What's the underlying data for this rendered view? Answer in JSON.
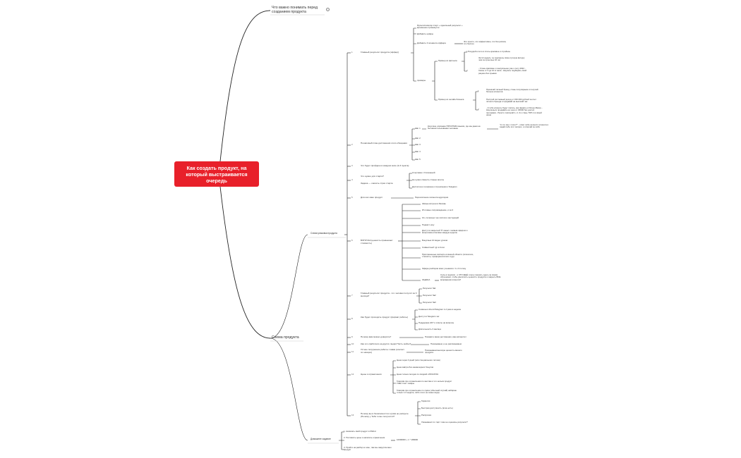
{
  "root": "Как создать продукт, на который выстраивается очередь",
  "main_branches": [
    {
      "label": "Что важно понимать перед созданием продукта",
      "collapsed": true
    },
    {
      "label": "Схема продукта"
    }
  ],
  "sections": {
    "schema": "Схема упаковки продукта",
    "homework": "Домашнее задание"
  },
  "numbers": [
    "1",
    "2",
    "3",
    "4",
    "5",
    "6",
    "7",
    "8",
    "9",
    "10",
    "11",
    "12",
    "13"
  ],
  "items": [
    {
      "label": "Главный результат продукта (оффер)"
    },
    {
      "label": "Пошаговый план достижения этого обещания"
    },
    {
      "label": "Что будет пройдено в каждом шаге (2-3 пункта)"
    },
    {
      "label": "Что нужно для старта?"
    },
    {
      "label": "Для кого ваш продукт"
    },
    {
      "label": "БОНУСЫ (ценность превышает стоимость)"
    },
    {
      "label": "Главный результат продукта - что человек получит за 3 месяца?"
    },
    {
      "label": "Как будет проходить продукт (формат работы)"
    },
    {
      "label": "Почему вам можно доверять?"
    },
    {
      "label": "Как это сработало на других людях? Есть кейсы?"
    },
    {
      "label": "Устное погружение работы с вами (контакт по эмоции)"
    },
    {
      "label": "Цены и ограничения"
    },
    {
      "label": "Почему вы в безопасности и купив не рискуете (Почему у Тебя точно получится?"
    }
  ],
  "offer": {
    "details": [
      "Мультипликатор старт + идеальный результат + временное промежуток",
      "Добавить цифры",
      "Добавить 3 элемента оффера",
      "Это просто, это эффективно, это без рисков, это быстро",
      "примеры",
      "Пример из фитнеса",
      "Похудей в лето в стиль красивое и стройное",
      "За 12 недель ты сделаешь свою лучшую фигуру чем за прошлые 10 лет",
      "- Стань красивее и сексуальнее уже к лету 2022 - Скинь от 3 до 10 кг веса - Научись подбирать свой рацион без срывов",
      "Пример из онлайн бизнеса",
      "Прокачай личный бренд, стань популярным и получай больше клиентов",
      "Построй системный доход от 150 000 рублей за счет личного бренда и продавай на высокий чек",
      "- К тебе клиенты будут писать, как фанаты к Илону Маску - Научишься продавать на чеки от 30000 без долгих прогревов - Просто повторяй 1, 2, 3 и стань ТОП-1 в своей нише"
    ]
  },
  "plan": {
    "steps": [
      "Шаг 1",
      "Шаг 2",
      "Шаг 3",
      "Шаг 4",
      "Шаг 5"
    ],
    "step1_desc": "Короткое описание ПРОСТЫМ языком, где мы даем на бытовом пользовании человека",
    "step1_example": "\"А что мы с этого?\" - ответ себе на место клиента и задай себе этот вопрос, и отвечай за себя"
  },
  "start": {
    "need": [
      "Стартовка с 0 вложений",
      "Не нужно сменить старые агенты",
      "Достаточно телефона и стремления к Telegram"
    ],
    "task": "Задача — снизить страх старта"
  },
  "audience": "Перечисление сегмента аудитории",
  "bonuses": [
    "Живые встречи в Москве",
    "Итоговые сопровождение, и за 3",
    "10+ полезных чек листов и инструкций",
    "Подкаст-шоу",
    "Доступ в закрытый TГ канал с живым эфиром и вопросами-ответами каждую неделю",
    "Бонусные 10 видео уроков",
    "Совместный тур в Сочи",
    "Приглашенные эксперты в вашей области (психологи, стилисты, профориентологи и др)",
    "Эфиры разборов моих учеников с 1 к 3 потоку",
    "ЗАДАЧА",
    "Соль в подписи - и ЧТО ЕЩЁ я могу принять здесь за своим обучением, чтобы увеличить ценность продукта и закрыть ВСЕ возражения клиента?"
  ],
  "results": [
    "Результат №1",
    "Результат №2",
    "Результат №3"
  ],
  "format": [
    "Созвоны в Zoom/Telegram 1-2 раза в неделю",
    "Доступ в Telegram чат",
    "Поддержка 24/7 и ответы на вопросы",
    "Длительность 3 месяца"
  ],
  "trust": "Покажите ваши достижения, ваш авторитет",
  "cases": "Показываем, а не рассказываем",
  "emotion": "Показываем высокую ценность вашего продукта",
  "prices": [
    "Цена через 3 дней (или специального потока)",
    "Цена завтра без ежевечерних бонусов",
    "Цена только сегодня со скидкой и БОНУСЫ",
    "Говорим про ограничения по местам и что нельзя продукт УЖЕ стоит товары",
    "Говорим про ограничение по сдаче (обычный случай) набираю только 1-3 недели, либо этого не знаю когда)"
  ],
  "safety": [
    "Гарантии",
    "Быстрая доступность (ясно-есть)",
    "Рассрочка",
    "Указываем что тарт тоже не оценишь результат?"
  ],
  "homework": [
    "1. Написать свой продукт в XMind",
    "2. Поставить цены и написать ограничения",
    "10000000 + 1 * 189000",
    "3. Пройти на разбор ко мне, там мы закрутим ваш продукт"
  ]
}
